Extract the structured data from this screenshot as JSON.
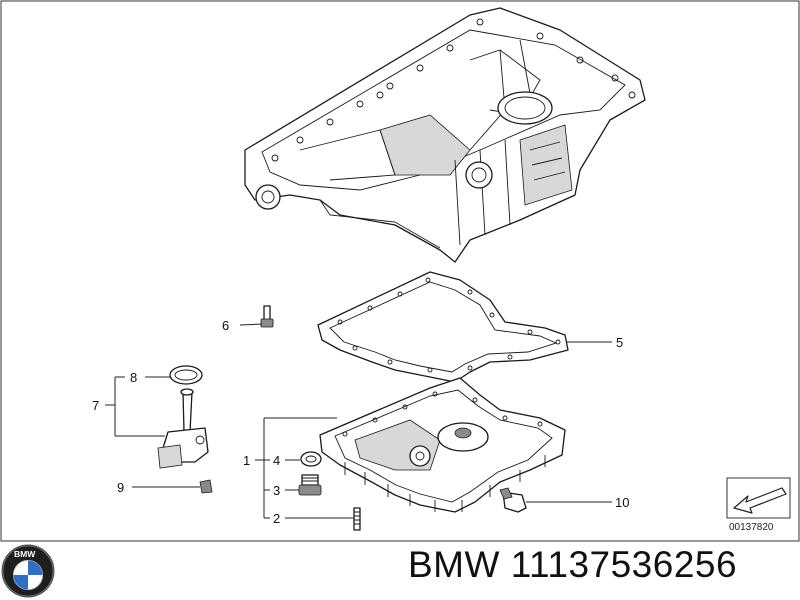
{
  "diagram": {
    "callouts": {
      "c1": "1",
      "c2": "2",
      "c3": "3",
      "c4": "4",
      "c5": "5",
      "c6": "6",
      "c7": "7",
      "c8": "8",
      "c9": "9",
      "c10": "10"
    },
    "reference_number": "00137820"
  },
  "footer": {
    "brand_logo_text": "BMW",
    "title": "BMW 11137536256"
  }
}
